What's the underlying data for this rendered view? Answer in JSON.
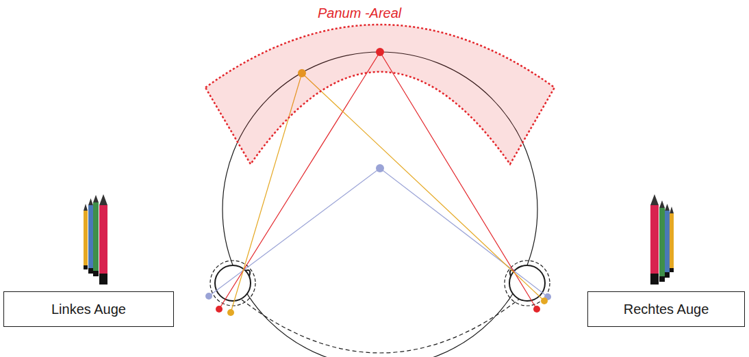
{
  "diagram": {
    "nodes": [
      {
        "text": [
          "Panum -Areal"
        ]
      },
      {
        "text": [
          "Linkes Auge"
        ]
      },
      {
        "text": [
          "Rechtes Auge"
        ]
      }
    ]
  }
}
